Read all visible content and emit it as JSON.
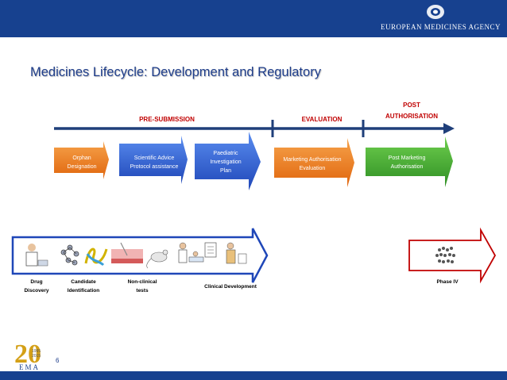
{
  "header": {
    "agency_name": "EUROPEAN MEDICINES AGENCY"
  },
  "slide": {
    "title": "Medicines Lifecycle: Development and Regulatory",
    "page_number": "6"
  },
  "timeline": {
    "phases": [
      {
        "label": "PRE-SUBMISSION"
      },
      {
        "label": "EVALUATION"
      },
      {
        "label_line1": "POST",
        "label_line2": "AUTHORISATION"
      }
    ]
  },
  "regulatory_steps": [
    {
      "line1": "Orphan",
      "line2": "Designation",
      "color": "#f07d1e"
    },
    {
      "line1": "Scientific Advice",
      "line2": "Protocol assistance",
      "color": "#2e5fd0"
    },
    {
      "line1": "Paediatric",
      "line2": "Investigation",
      "line3": "Plan",
      "color": "#3566cc"
    },
    {
      "line1": "Marketing Authorisation",
      "line2": "Evaluation",
      "color": "#f07d1e"
    },
    {
      "line1": "Post Marketing",
      "line2": "Authorisation",
      "color": "#4caf3a"
    }
  ],
  "development_stages": [
    {
      "line1": "Drug",
      "line2": "Discovery"
    },
    {
      "line1": "Candidate",
      "line2": "Identification"
    },
    {
      "line1": "Non-clinical",
      "line2": "tests"
    },
    {
      "line1": "Clinical Development"
    },
    {
      "line1": "Phase IV"
    }
  ],
  "logo": {
    "anniversary": "20",
    "years": "1995\n2015",
    "acronym": "EMA"
  },
  "colors": {
    "header_bar": "#17418f",
    "title": "#1e3d8a",
    "phase_label": "#c00000",
    "timeline_line": "#1f3f7a"
  }
}
